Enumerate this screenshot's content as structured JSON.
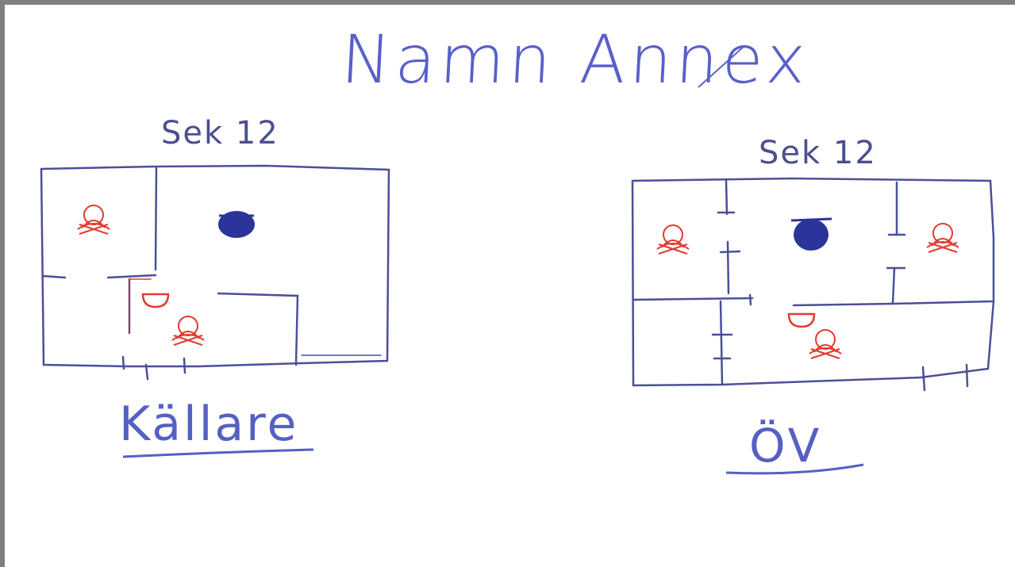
{
  "title": "Namn Annex",
  "plans": [
    {
      "section_label": "Sek 12",
      "floor_label": "Källare"
    },
    {
      "section_label": "Sek 12",
      "floor_label": "ÖV"
    }
  ],
  "colors": {
    "walls": "#4b4f9a",
    "title_ink": "#5960c9",
    "markers": "#e43a2f",
    "central_fixture": "#2a349a"
  },
  "icons": [
    "person-marker-icon",
    "central-fixture-icon",
    "half-circle-marker-icon"
  ]
}
